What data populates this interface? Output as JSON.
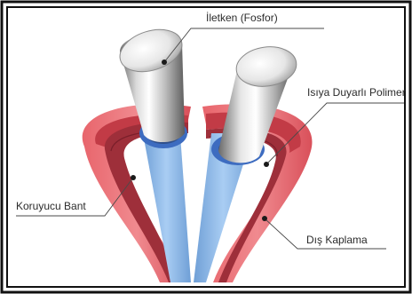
{
  "diagram": {
    "labels": {
      "conductor": "İletken (Fosfor)",
      "polymer": "Isıya Duyarlı Polimer",
      "band": "Koruyucu Bant",
      "jacket": "Dış Kaplama"
    },
    "colors": {
      "frame": "#111111",
      "jacket_outer": "#e05a62",
      "jacket_inner": "#c53f49",
      "band": "#a83440",
      "polymer_blue": "#86b6e8",
      "polymer_dark": "#3d6cc0",
      "metal_light": "#f2f2f2",
      "metal_dark": "#7a7a7a",
      "leader": "#4a4a4a"
    }
  }
}
